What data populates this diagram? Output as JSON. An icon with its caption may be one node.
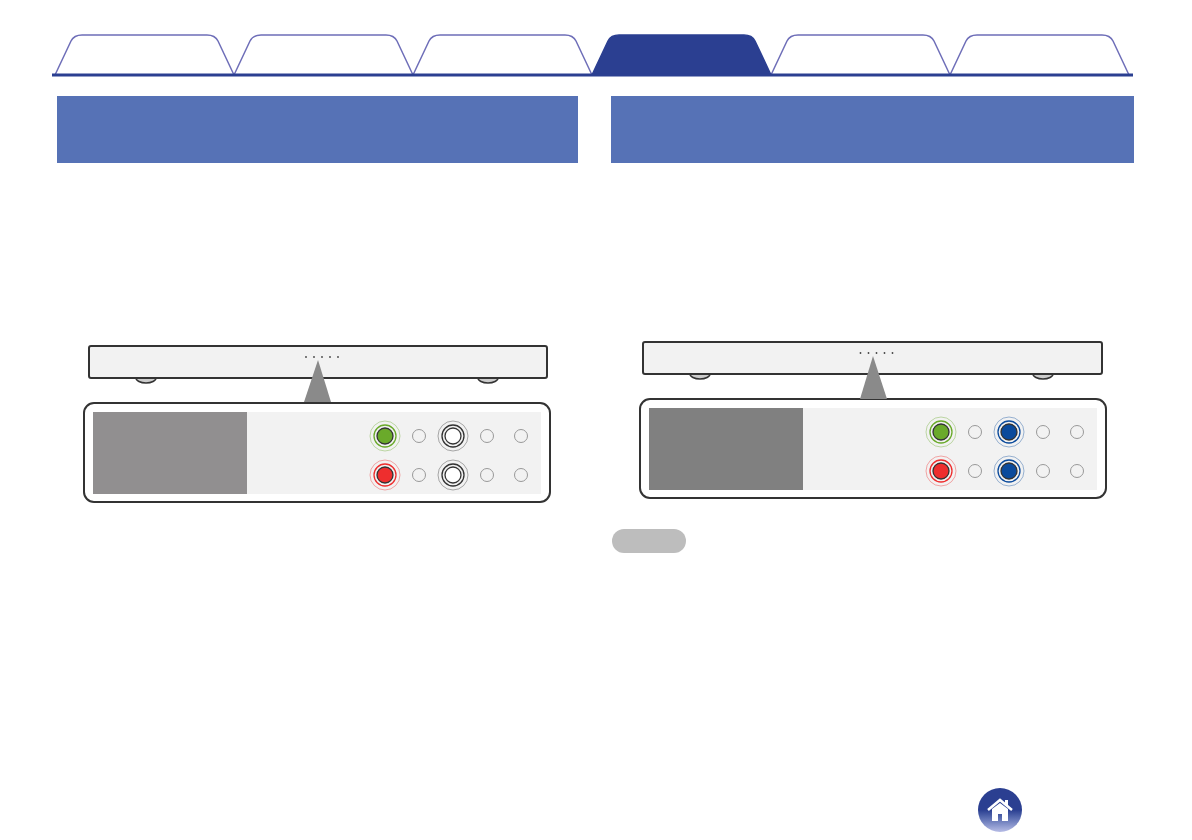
{
  "diagram": {
    "nodes": [
      {
        "text": [],
        "shape": "tab"
      },
      {
        "text": [],
        "shape": "tab"
      },
      {
        "text": [],
        "shape": "tab"
      },
      {
        "text": [],
        "shape": "tab"
      },
      {
        "text": [],
        "shape": "tab"
      },
      {
        "text": [],
        "shape": "tab"
      },
      {
        "text": [],
        "shape": "bar"
      },
      {
        "text": [],
        "shape": "bar"
      },
      {
        "text": [],
        "shape": "device"
      },
      {
        "text": [],
        "shape": "box"
      },
      {
        "text": [],
        "shape": "device"
      },
      {
        "text": [],
        "shape": "box"
      },
      {
        "text": [],
        "shape": "pill"
      },
      {
        "text": [],
        "shape": "circle"
      }
    ]
  }
}
